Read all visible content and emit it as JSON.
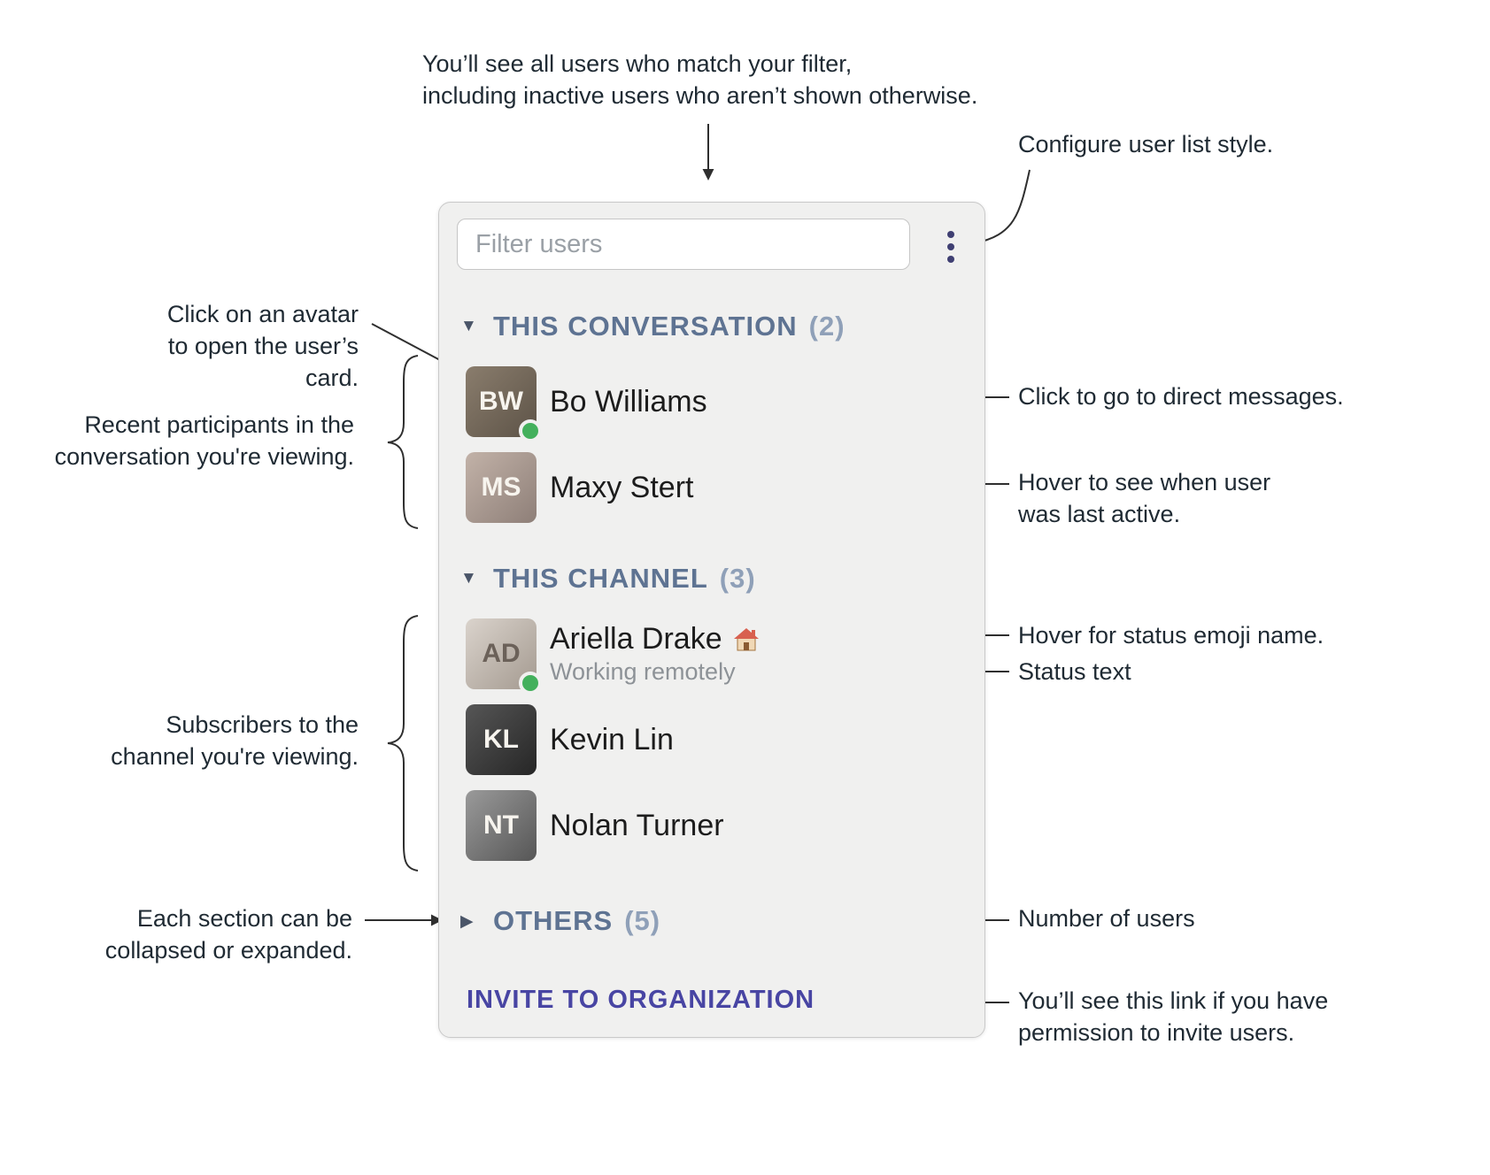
{
  "panel": {
    "filter_placeholder": "Filter users",
    "menu_icon": "kebab-vertical",
    "sections": [
      {
        "arrow": "▼",
        "title": "THIS CONVERSATION",
        "count": "(2)",
        "users": [
          {
            "name": "Bo Williams",
            "initials": "BW",
            "presence": "active"
          },
          {
            "name": "Maxy Stert",
            "initials": "MS",
            "presence": "none"
          }
        ]
      },
      {
        "arrow": "▼",
        "title": "THIS CHANNEL",
        "count": "(3)",
        "users": [
          {
            "name": "Ariella Drake",
            "initials": "AD",
            "presence": "active",
            "status_emoji_icon": "house-emoji",
            "status_text": "Working remotely"
          },
          {
            "name": "Kevin Lin",
            "initials": "KL",
            "presence": "none"
          },
          {
            "name": "Nolan Turner",
            "initials": "NT",
            "presence": "none"
          }
        ]
      },
      {
        "arrow": "▶",
        "title": "OTHERS",
        "count": "(5)",
        "users": []
      }
    ],
    "invite_link": "INVITE TO ORGANIZATION"
  },
  "annotations": {
    "filter_note_line1": "You’ll see all users who match your filter,",
    "filter_note_line2": "including inactive users who aren’t shown otherwise.",
    "configure": "Configure user list style.",
    "avatar_line1": "Click on an avatar",
    "avatar_line2": "to open the user’s card.",
    "recent_line1": "Recent participants in the",
    "recent_line2": "conversation you're viewing.",
    "subscribers_line1": "Subscribers to the",
    "subscribers_line2": "channel you're viewing.",
    "collapse_line1": "Each section can be",
    "collapse_line2": "collapsed or expanded.",
    "dm": "Click to go to direct messages.",
    "last_active_line1": "Hover to see when user",
    "last_active_line2": "was last active.",
    "status_emoji": "Hover for status emoji name.",
    "status_text": "Status text",
    "number_users": "Number of users",
    "invite_line1": "You’ll see this link if you have",
    "invite_line2": "permission to invite users."
  },
  "colors": {
    "panel_bg": "#f0f0ef",
    "panel_border": "#c9c9c9",
    "section_header": "#5e7392",
    "section_count": "#8fa0b8",
    "user_name": "#1c1c1c",
    "status_text": "#8d9297",
    "presence_active": "#43b05c",
    "invite_link": "#4845a3",
    "menu_icon": "#3f3f72",
    "annotation_text": "#1f2a33",
    "connector": "#2f2f2f"
  }
}
